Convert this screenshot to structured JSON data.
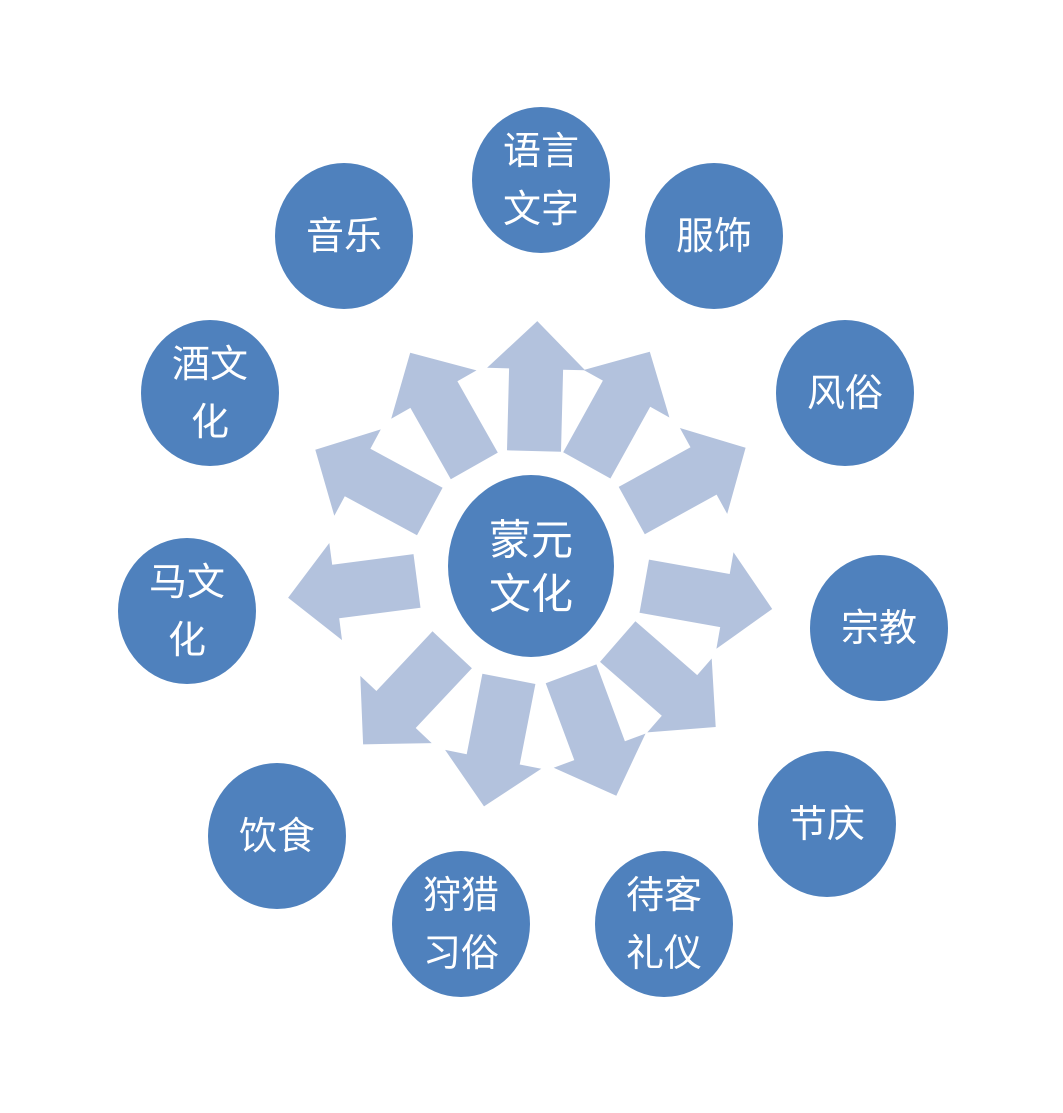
{
  "center": {
    "lines": [
      "蒙元",
      "文化"
    ]
  },
  "nodes": [
    {
      "id": "yuyan-wenzi",
      "lines": [
        "语言",
        "文字"
      ]
    },
    {
      "id": "fushi",
      "lines": [
        "服饰"
      ]
    },
    {
      "id": "fengsu",
      "lines": [
        "风俗"
      ]
    },
    {
      "id": "zongjiao",
      "lines": [
        "宗教"
      ]
    },
    {
      "id": "jieqing",
      "lines": [
        "节庆"
      ]
    },
    {
      "id": "daike-liyi",
      "lines": [
        "待客",
        "礼仪"
      ]
    },
    {
      "id": "shoulie-xisu",
      "lines": [
        "狩猎",
        "习俗"
      ]
    },
    {
      "id": "yinshi",
      "lines": [
        "饮食"
      ]
    },
    {
      "id": "ma-wenhua",
      "lines": [
        "马文",
        "化"
      ]
    },
    {
      "id": "jiu-wenhua",
      "lines": [
        "酒文",
        "化"
      ]
    },
    {
      "id": "yinyue",
      "lines": [
        "音乐"
      ]
    }
  ],
  "colors": {
    "node_fill": "#4f81bd",
    "arrow_fill": "#b3c2dd",
    "text": "#ffffff"
  }
}
